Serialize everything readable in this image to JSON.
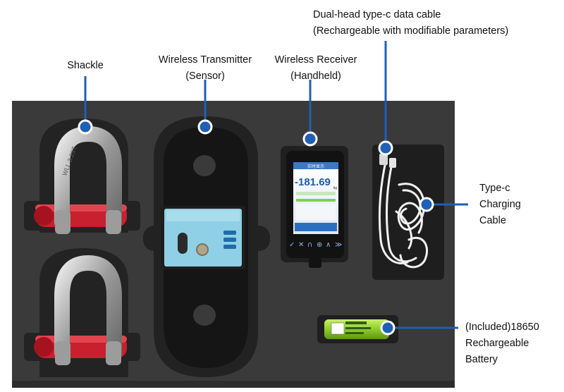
{
  "labels": {
    "shackle": "Shackle",
    "transmitter_line1": "Wireless Transmitter",
    "transmitter_line2": "(Sensor)",
    "receiver_line1": "Wireless Receiver",
    "receiver_line2": "(Handheld)",
    "datacable_line1": "Dual-head type-c data cable",
    "datacable_line2": "(Rechargeable with modifiable parameters)",
    "charging_line1": "Type-c",
    "charging_line2": "Charging",
    "charging_line3": "Cable",
    "battery_line1": "(Included)18650",
    "battery_line2": "Rechargeable",
    "battery_line3": "Battery"
  },
  "device": {
    "screen_title": "实时显示",
    "reading": "-181.69",
    "unit": "kg",
    "nav_buttons": [
      "✓",
      "✕",
      "∩",
      "⊕",
      "∧",
      "≫"
    ]
  },
  "shackle_marking": "WLL 3.25T",
  "colors": {
    "marker_blue": "#1f5fb5",
    "foam": "#373737",
    "shackle_pin": "#c8202e",
    "battery_green": "#9fd83a",
    "screen_accent": "#2aa0e6"
  }
}
